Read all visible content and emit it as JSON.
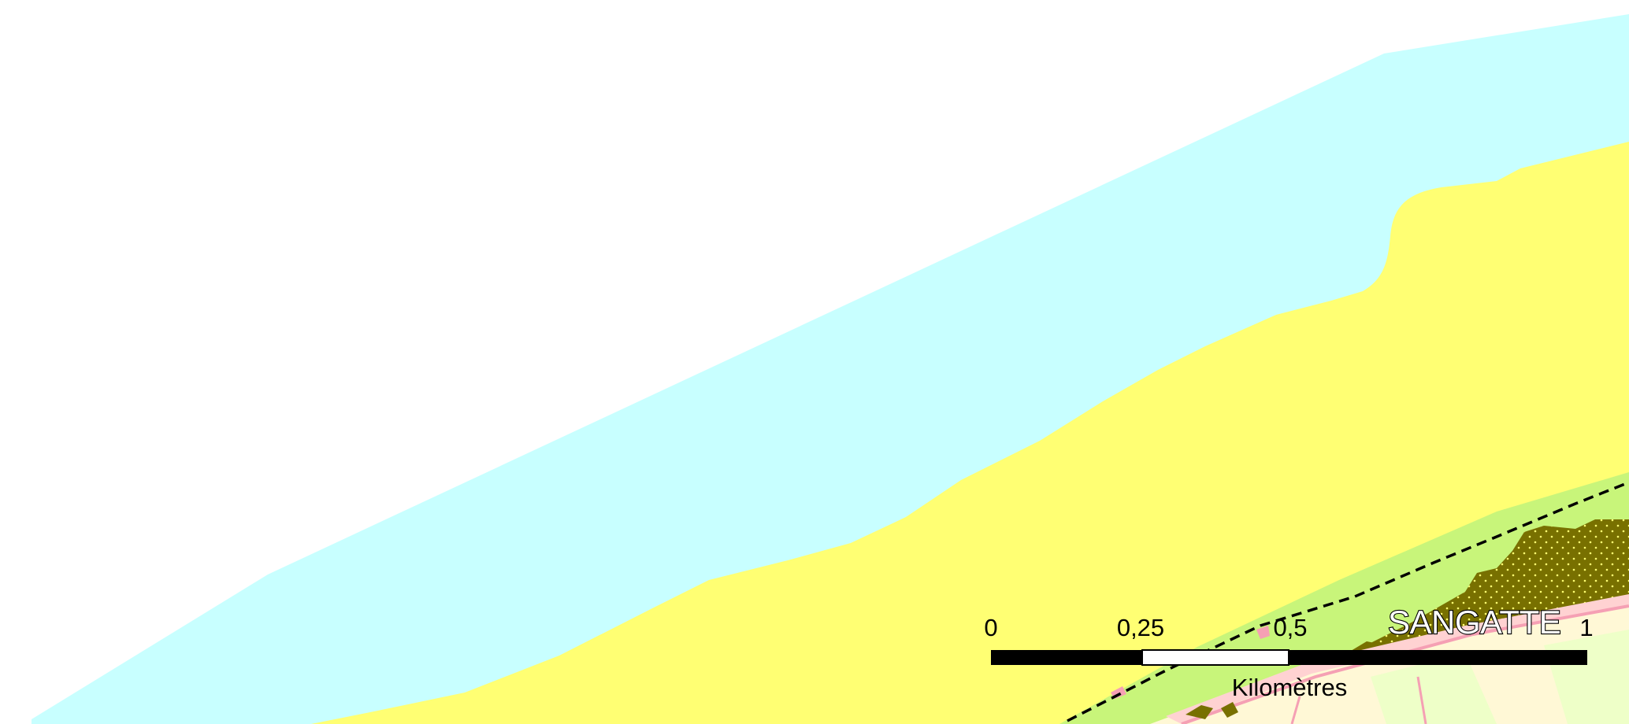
{
  "map": {
    "place_labels": [
      {
        "text": "SANGATTE"
      }
    ],
    "scale_bar": {
      "ticks": [
        "0",
        "0,25",
        "0,5",
        "1"
      ],
      "unit_label": "Kilomètres"
    },
    "colors": {
      "sea": "#ffffff",
      "foreshore": "#c8ffff",
      "sand_beach": "#ffff73",
      "grassland": "#c8f57a",
      "scrubland": "#787000",
      "urban_light": "#fff8d6",
      "urban_pink": "#ffd2d2",
      "road_pink": "#f5a0b4",
      "scale_black": "#000000"
    }
  }
}
